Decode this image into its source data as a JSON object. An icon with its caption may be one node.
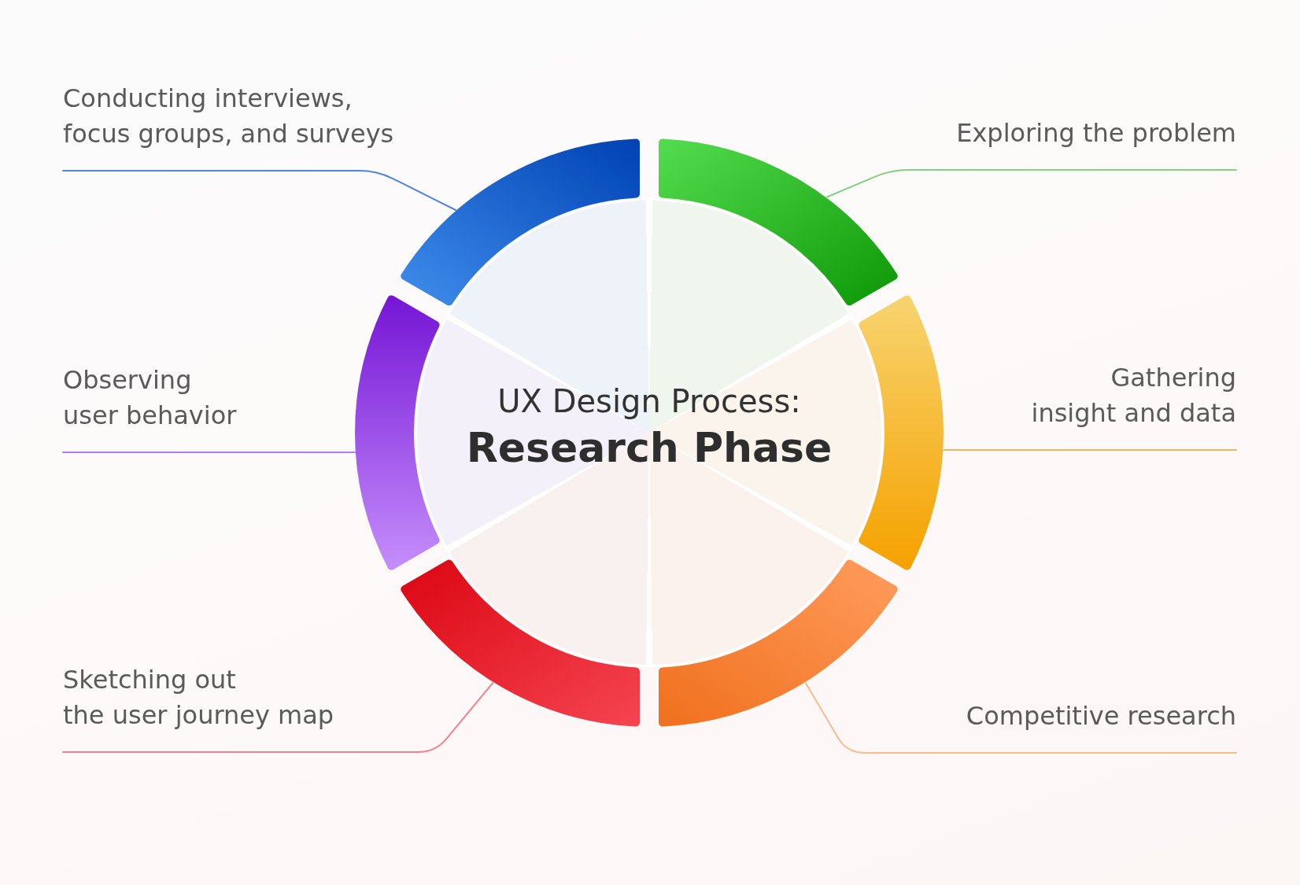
{
  "diagram": {
    "nodes": [
      {
        "text": [
          "Conducting interviews, focus groups, and surveys"
        ]
      },
      {
        "text": [
          "Exploring the problem"
        ]
      },
      {
        "text": [],
        "shape": "arc"
      },
      {
        "text": [],
        "shape": "arc"
      },
      {
        "text": [
          "Observing user behavior"
        ]
      },
      {
        "text": [],
        "shape": "arc"
      },
      {
        "text": [
          "UX Design Process:",
          "Research Phase"
        ]
      },
      {
        "text": [],
        "shape": "arc"
      },
      {
        "text": [
          "Gathering insight and data"
        ]
      },
      {
        "text": [],
        "shape": "arc"
      },
      {
        "text": [],
        "shape": "arc"
      },
      {
        "text": [
          "Sketching out the user journey map"
        ]
      },
      {
        "text": [
          "Competitive research"
        ]
      }
    ],
    "edges": [
      {
        "from": 0,
        "to": 2,
        "arrow": "none",
        "color": "#4f86df"
      },
      {
        "from": 1,
        "to": 3,
        "arrow": "none",
        "color": "#84d17f"
      },
      {
        "from": 4,
        "to": 5,
        "arrow": "none",
        "color": "#b57bee"
      },
      {
        "from": 8,
        "to": 7,
        "arrow": "none",
        "color": "#e8b85e"
      },
      {
        "from": 11,
        "to": 9,
        "arrow": "none",
        "color": "#f2838a"
      },
      {
        "from": 12,
        "to": 10,
        "arrow": "none",
        "color": "#fbbb8f"
      }
    ]
  }
}
